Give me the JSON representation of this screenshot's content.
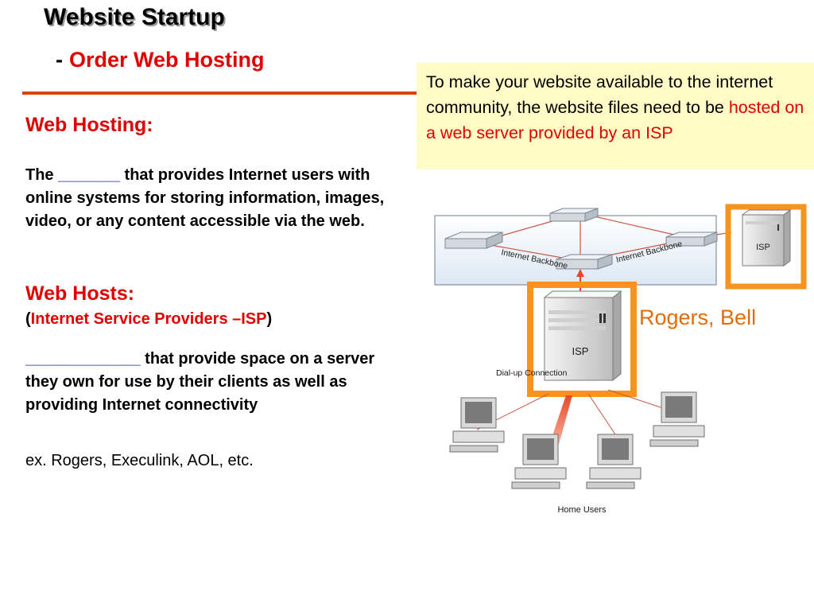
{
  "slide": {
    "title": "Website Startup",
    "subtitle_dash": "-",
    "subtitle": "Order Web Hosting"
  },
  "left": {
    "hosting_heading": "Web Hosting:",
    "def_prefix": "The ",
    "def_blank": "_______",
    "def_suffix": " that provides Internet users with online systems for storing information, images, video, or any content accessible via the web.",
    "hosts_heading": "Web Hosts:",
    "isp_open": "(",
    "isp_label": "Internet Service Providers –ISP",
    "isp_close": ")",
    "provide_blank": "_____________",
    "provide_suffix": " that provide space on a server they own for use by their clients as well as providing Internet connectivity",
    "example": "ex. Rogers, Execulink, AOL, etc."
  },
  "note": {
    "text_plain": "To make your website available to the internet community, the website files need to be ",
    "text_red": "hosted on a web server provided by an ISP"
  },
  "diagram": {
    "backbone_left": "Internet Backbone",
    "backbone_right": "Internet Backbone",
    "isp_top_label": "ISP",
    "isp_main_label": "ISP",
    "dialup_label": "Dial-up Connection",
    "home_users_label": "Home Users",
    "rogers_bell": "Rogers, Bell"
  },
  "colors": {
    "accent_red": "#e00000",
    "rule_orange": "#d9440c",
    "highlight_orange": "#f7931e",
    "note_bg": "#fffbc6"
  }
}
